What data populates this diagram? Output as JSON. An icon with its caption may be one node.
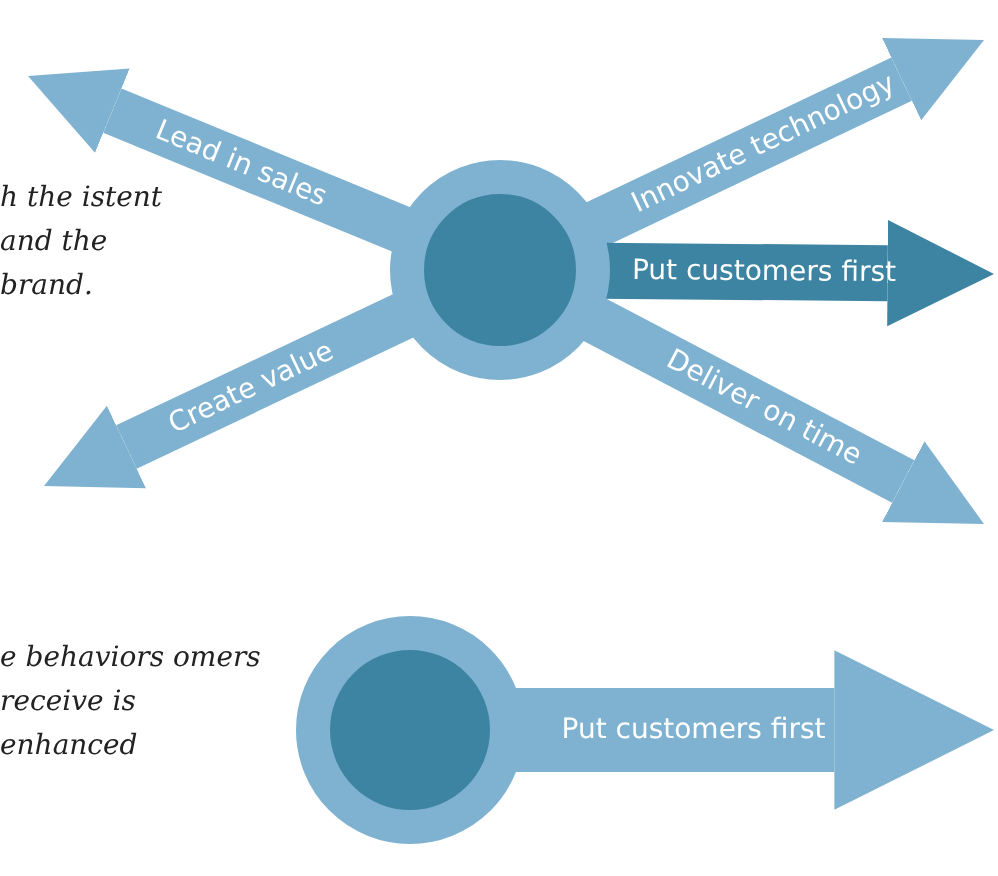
{
  "diagram": {
    "nodes": [
      {
        "text": [],
        "shape": "circle"
      },
      {
        "text": [],
        "shape": "circle"
      }
    ],
    "edges": [
      {
        "from": 0,
        "to": null,
        "arrow": "to",
        "label": "Lead in sales"
      },
      {
        "from": 0,
        "to": null,
        "arrow": "to",
        "label": "Innovate technology"
      },
      {
        "from": 0,
        "to": null,
        "arrow": "to",
        "label": "Put customers first",
        "color": "#3d84a3"
      },
      {
        "from": 0,
        "to": null,
        "arrow": "to",
        "label": "Create value"
      },
      {
        "from": 0,
        "to": null,
        "arrow": "to",
        "label": "Deliver on time"
      },
      {
        "from": 1,
        "to": null,
        "arrow": "to",
        "label": "Put customers first"
      }
    ],
    "labels": [
      "h the istent and the brand.",
      "e behaviors omers receive is enhanced"
    ]
  }
}
